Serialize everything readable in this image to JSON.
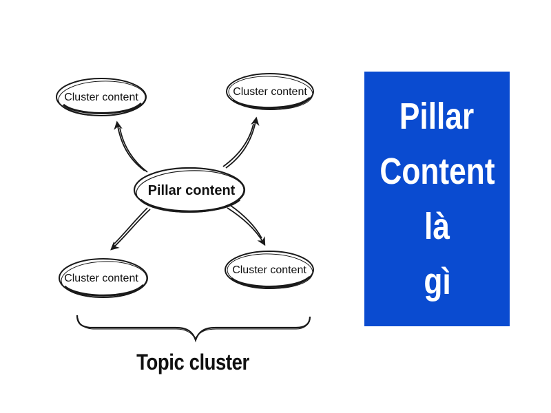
{
  "diagram": {
    "center_node": {
      "label": "Pillar content"
    },
    "cluster_nodes": [
      {
        "label": "Cluster content"
      },
      {
        "label": "Cluster content"
      },
      {
        "label": "Cluster content"
      },
      {
        "label": "Cluster content"
      }
    ],
    "group_label": "Topic cluster"
  },
  "title_panel": {
    "lines": [
      "Pillar",
      "Content",
      "là",
      "gì"
    ],
    "background_color": "#0a4bd0",
    "text_color": "#ffffff"
  }
}
